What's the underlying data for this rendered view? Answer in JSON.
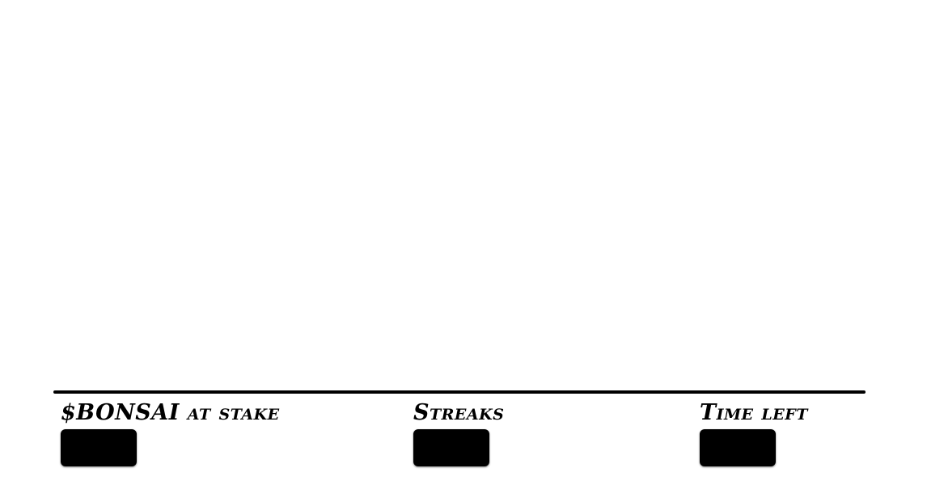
{
  "stats": {
    "stake": {
      "label": "$BONSAI at stake",
      "value": ""
    },
    "streaks": {
      "label": "Streaks",
      "value": ""
    },
    "time_left": {
      "label": "Time left",
      "value": ""
    }
  },
  "colors": {
    "background": "#ffffff",
    "ink": "#000000"
  }
}
